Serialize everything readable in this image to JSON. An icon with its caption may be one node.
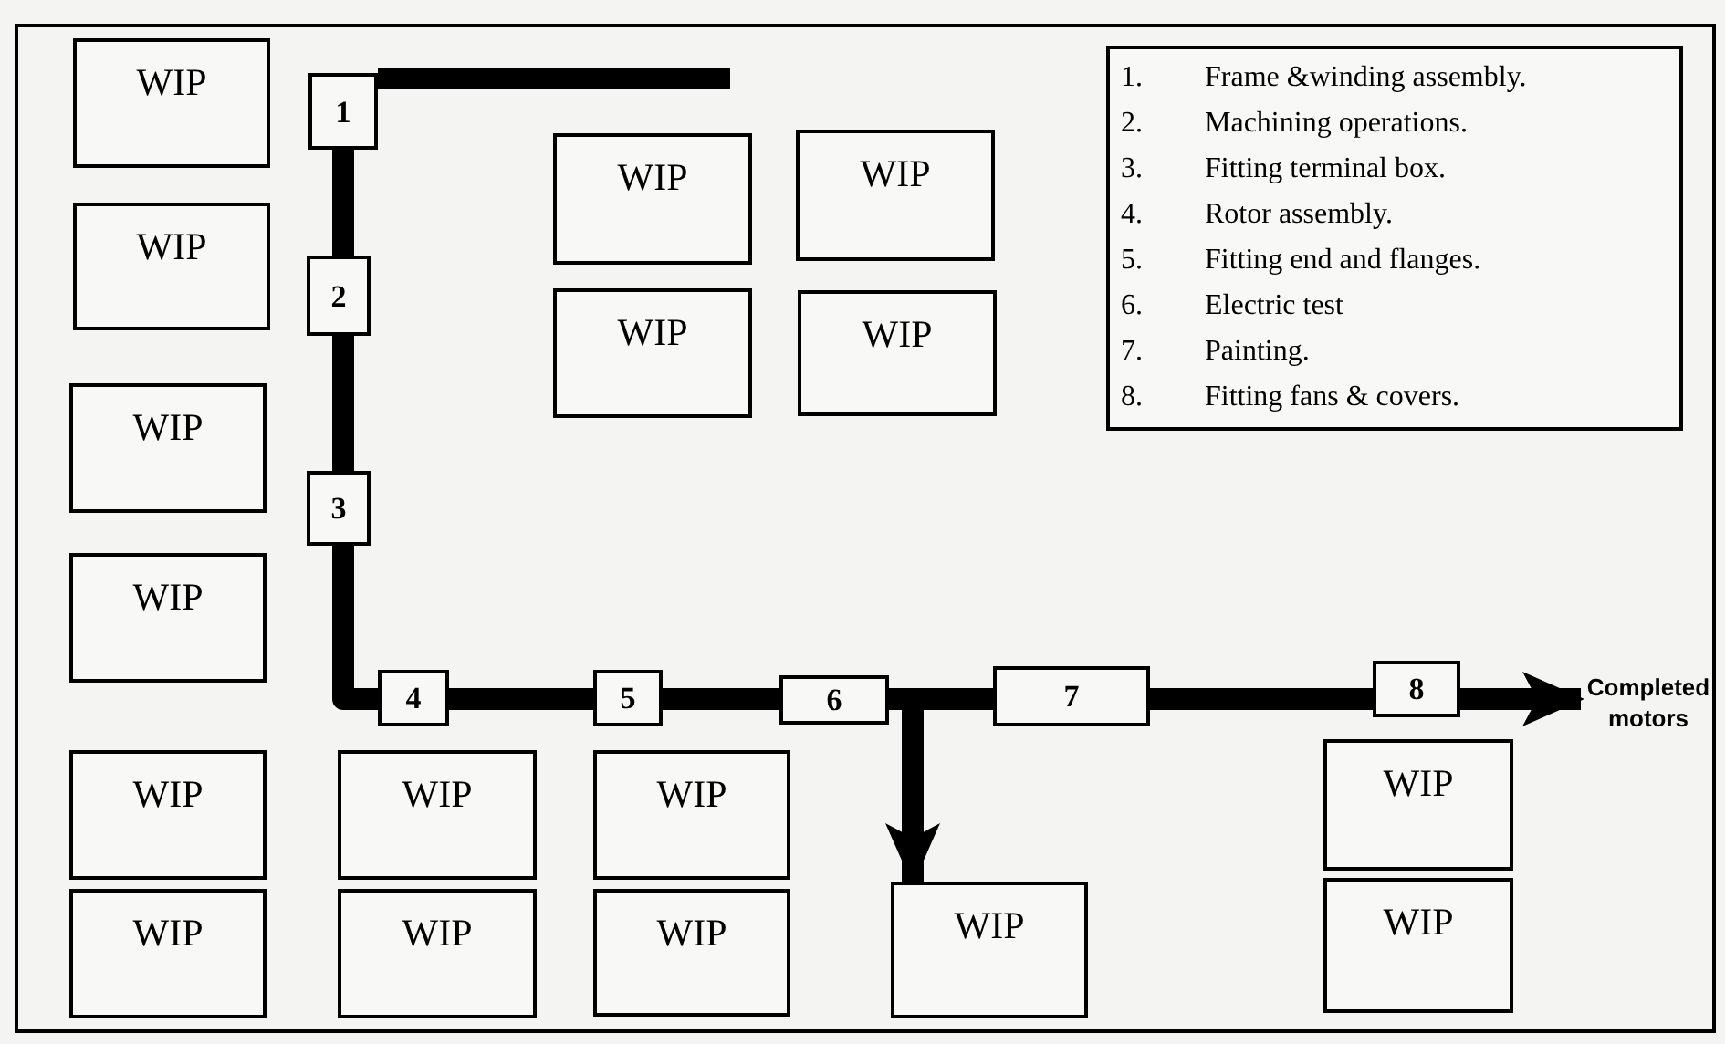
{
  "diagram": {
    "nodes": [
      {
        "text": [
          "1"
        ]
      },
      {
        "text": [
          "2"
        ]
      },
      {
        "text": [
          "3"
        ]
      },
      {
        "text": [
          "4"
        ]
      },
      {
        "text": [
          "5"
        ]
      },
      {
        "text": [
          "6"
        ]
      },
      {
        "text": [
          "7"
        ]
      },
      {
        "text": [
          "8"
        ]
      },
      {
        "text": [
          "Completed motors"
        ]
      },
      {
        "text": [
          "1.",
          "Frame &winding assembly.",
          "2.",
          "Machining operations.",
          "3.",
          "Fitting terminal box.",
          "4.",
          "Rotor assembly.",
          "5.",
          "Fitting end and flanges.",
          "6.",
          "Electric test",
          "7.",
          "Painting.",
          "8.",
          "Fitting fans & covers."
        ]
      },
      {
        "text": [
          "WIP"
        ]
      },
      {
        "text": [
          "WIP"
        ]
      },
      {
        "text": [
          "WIP"
        ]
      },
      {
        "text": [
          "WIP"
        ]
      },
      {
        "text": [
          "WIP"
        ]
      },
      {
        "text": [
          "WIP"
        ]
      },
      {
        "text": [
          "WIP"
        ]
      },
      {
        "text": [
          "WIP"
        ]
      },
      {
        "text": [
          "WIP"
        ]
      },
      {
        "text": [
          "WIP"
        ]
      },
      {
        "text": [
          "WIP"
        ]
      },
      {
        "text": [
          "WIP"
        ]
      },
      {
        "text": [
          "WIP"
        ]
      },
      {
        "text": [
          "WIP"
        ]
      },
      {
        "text": [
          "WIP"
        ]
      },
      {
        "text": [
          "WIP"
        ]
      },
      {
        "text": [
          "WIP"
        ]
      }
    ],
    "edges": [
      {
        "from": 0,
        "to": null,
        "arrow": "none"
      },
      {
        "from": 0,
        "to": 1,
        "arrow": "none"
      },
      {
        "from": 1,
        "to": 2,
        "arrow": "none"
      },
      {
        "from": 2,
        "to": 3,
        "arrow": "none"
      },
      {
        "from": 3,
        "to": 4,
        "arrow": "none"
      },
      {
        "from": 4,
        "to": 5,
        "arrow": "none"
      },
      {
        "from": 5,
        "to": 6,
        "arrow": "none"
      },
      {
        "from": 6,
        "to": 7,
        "arrow": "none"
      },
      {
        "from": 7,
        "to": 8,
        "arrow": "to"
      },
      {
        "from": 5,
        "to": 24,
        "arrow": "to"
      }
    ]
  }
}
